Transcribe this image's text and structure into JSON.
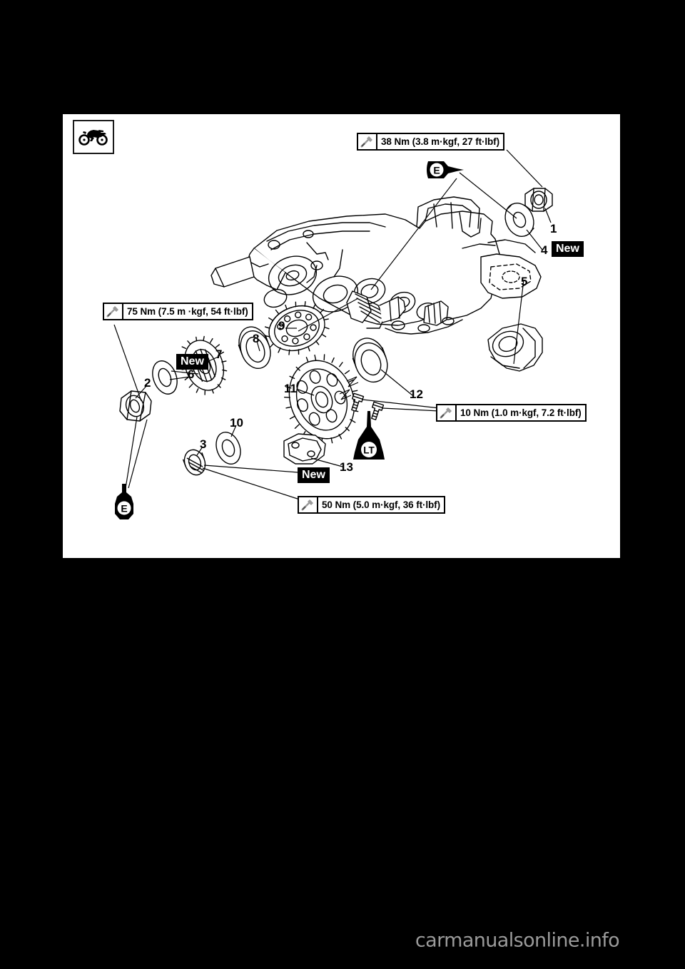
{
  "page": {
    "background_color": "#000000",
    "panel_color": "#ffffff",
    "watermark": "carmanualsonline.info"
  },
  "icons": {
    "vehicle": "offroad-motorcycle-icon",
    "torque": "torque-wrench-icon",
    "engine_oil": "engine-oil-can-icon",
    "locking_agent": "thread-locking-agent-icon"
  },
  "symbols": {
    "engine_oil_label": "E",
    "locking_agent_label": "LT"
  },
  "torque_specs": [
    {
      "id": "spec-38",
      "text": "38 Nm (3.8 m·kgf, 27 ft·lbf)"
    },
    {
      "id": "spec-75",
      "text": "75 Nm (7.5 m ·kgf, 54 ft·lbf)"
    },
    {
      "id": "spec-10",
      "text": "10 Nm (1.0 m·kgf, 7.2 ft·lbf)"
    },
    {
      "id": "spec-50",
      "text": "50 Nm (5.0 m·kgf, 36 ft·lbf)"
    }
  ],
  "new_tags": [
    {
      "id": "new-1",
      "label": "New"
    },
    {
      "id": "new-2",
      "label": "New"
    },
    {
      "id": "new-3",
      "label": "New"
    }
  ],
  "callouts": [
    {
      "id": "callout-1",
      "label": "1"
    },
    {
      "id": "callout-2",
      "label": "2"
    },
    {
      "id": "callout-3",
      "label": "3"
    },
    {
      "id": "callout-4",
      "label": "4"
    },
    {
      "id": "callout-5",
      "label": "5"
    },
    {
      "id": "callout-6",
      "label": "6"
    },
    {
      "id": "callout-7",
      "label": "7"
    },
    {
      "id": "callout-8",
      "label": "8"
    },
    {
      "id": "callout-9",
      "label": "9"
    },
    {
      "id": "callout-10",
      "label": "10"
    },
    {
      "id": "callout-11",
      "label": "11"
    },
    {
      "id": "callout-12",
      "label": "12"
    },
    {
      "id": "callout-13",
      "label": "13"
    }
  ]
}
